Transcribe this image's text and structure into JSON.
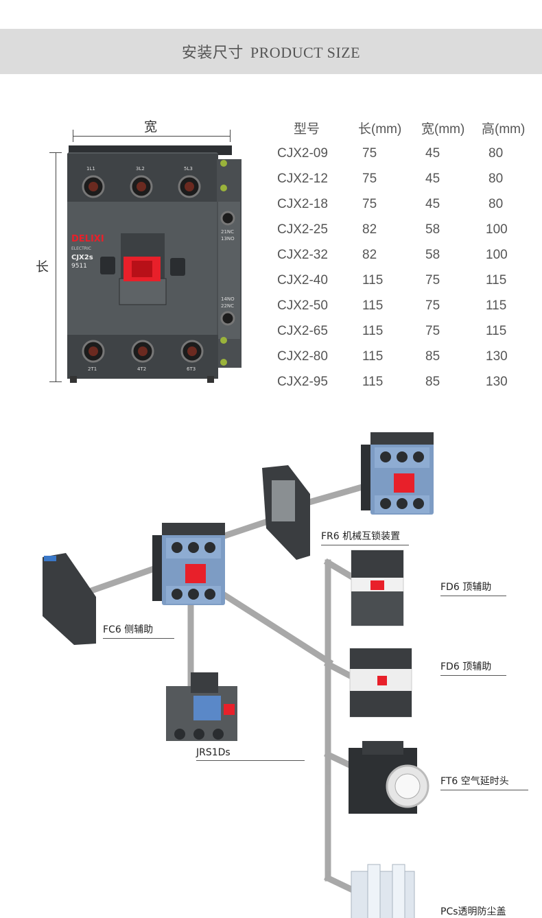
{
  "banner": {
    "title_cn": "安装尺寸",
    "title_en": "PRODUCT SIZE"
  },
  "dimensions": {
    "width_label": "宽",
    "length_label": "长"
  },
  "product": {
    "brand": "DELIXI",
    "brand_sub": "ELECTRIC",
    "model": "CJX2s",
    "code": "9511",
    "top_terminals": [
      "1L1",
      "3L2",
      "5L3"
    ],
    "bottom_terminals": [
      "2T1",
      "4T2",
      "6T3"
    ],
    "aux_top": [
      "21NC",
      "13NO"
    ],
    "aux_bottom": [
      "14NO",
      "22NC"
    ]
  },
  "table": {
    "headers": [
      "型号",
      "长(mm)",
      "宽(mm)",
      "高(mm)"
    ],
    "rows": [
      [
        "CJX2-09",
        "75",
        "45",
        "80"
      ],
      [
        "CJX2-12",
        "75",
        "45",
        "80"
      ],
      [
        "CJX2-18",
        "75",
        "45",
        "80"
      ],
      [
        "CJX2-25",
        "82",
        "58",
        "100"
      ],
      [
        "CJX2-32",
        "82",
        "58",
        "100"
      ],
      [
        "CJX2-40",
        "115",
        "75",
        "115"
      ],
      [
        "CJX2-50",
        "115",
        "75",
        "115"
      ],
      [
        "CJX2-65",
        "115",
        "75",
        "115"
      ],
      [
        "CJX2-80",
        "115",
        "85",
        "130"
      ],
      [
        "CJX2-95",
        "115",
        "85",
        "130"
      ]
    ]
  },
  "accessories": {
    "fr6": "FR6 机械互锁装置",
    "fd6_a": "FD6 顶辅助",
    "fd6_b": "FD6 顶辅助",
    "fc6": "FC6 侧辅助",
    "jrs": "JRS1Ds",
    "ft6": "FT6 空气延时头",
    "pcs": "PCs透明防尘盖"
  },
  "colors": {
    "banner": "#dcdcdc",
    "contactor_body": "#505558",
    "accent_red": "#e8202a",
    "contactor_blue": "#6b8fb8"
  }
}
